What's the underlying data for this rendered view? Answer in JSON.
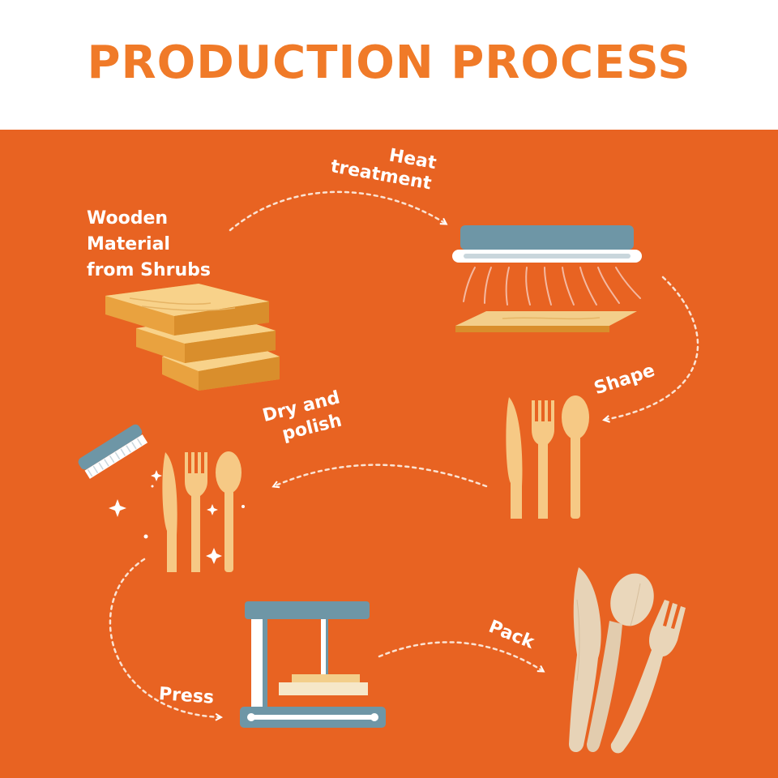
{
  "title": "PRODUCTION PROCESS",
  "colors": {
    "title": "#F07A28",
    "background": "#E86322",
    "machine": "#6E96A6",
    "wood": "#F5C87E",
    "label": "#FFFFFF"
  },
  "steps": {
    "material": [
      "Wooden",
      "Material",
      "from Shrubs"
    ],
    "heat": [
      "Heat",
      "treatment"
    ],
    "shape": "Shape",
    "dry": [
      "Dry and",
      "polish"
    ],
    "press": "Press",
    "pack": "Pack"
  },
  "icons": {
    "planks": "wood-planks-icon",
    "heater": "heat-treatment-machine-icon",
    "cutlery": "cutlery-icon",
    "brush": "polishing-brush-icon",
    "press": "press-machine-icon",
    "packed": "wooden-cutlery-icon"
  }
}
